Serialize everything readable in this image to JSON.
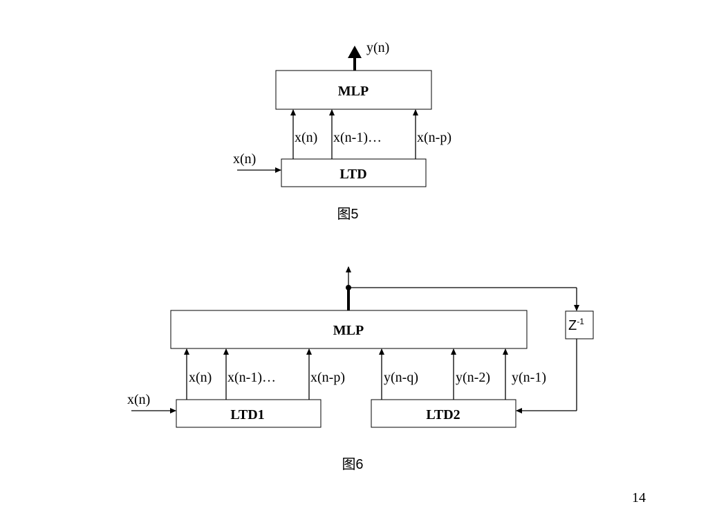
{
  "figure5": {
    "output_label": "y(n)",
    "mlp_label": "MLP",
    "ltd_label": "LTD",
    "input_label": "x(n)",
    "tap_labels": [
      "x(n)",
      "x(n-1)…",
      "x(n-p)"
    ],
    "caption": "图5"
  },
  "figure6": {
    "mlp_label": "MLP",
    "ltd1_label": "LTD1",
    "ltd2_label": "LTD2",
    "input_label": "x(n)",
    "delay_base": "Z",
    "delay_exp": "-1",
    "x_tap_labels": [
      "x(n)",
      "x(n-1)…",
      "x(n-p)"
    ],
    "y_tap_labels": [
      "y(n-q)",
      "y(n-2)",
      "y(n-1)"
    ],
    "caption": "图6"
  },
  "page_number": "14"
}
